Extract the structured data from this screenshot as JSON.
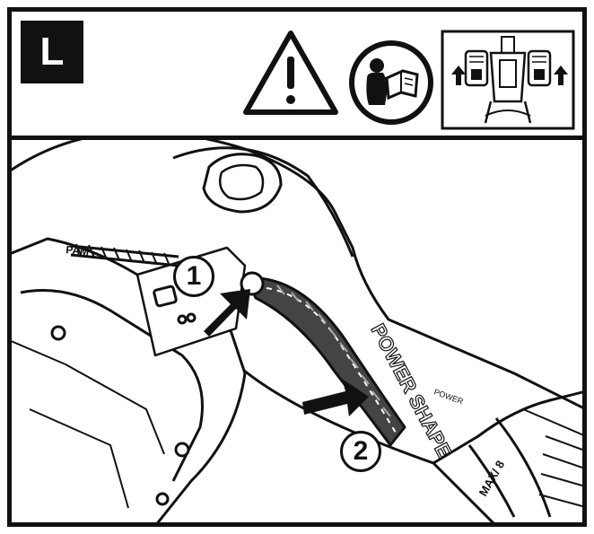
{
  "step_label": "L",
  "header_icons": [
    "warning-triangle-icon",
    "read-manual-icon",
    "battery-lift-direction-icon"
  ],
  "callouts": [
    {
      "label": "1"
    },
    {
      "label": "2"
    }
  ],
  "tool_text": {
    "grip_brand": "POWER SHAPE",
    "grip_brand_small": "POWER",
    "side_text": "PAM",
    "collar_text": "MAX/ 8"
  },
  "colors": {
    "ink": "#111111",
    "paper": "#ffffff"
  }
}
